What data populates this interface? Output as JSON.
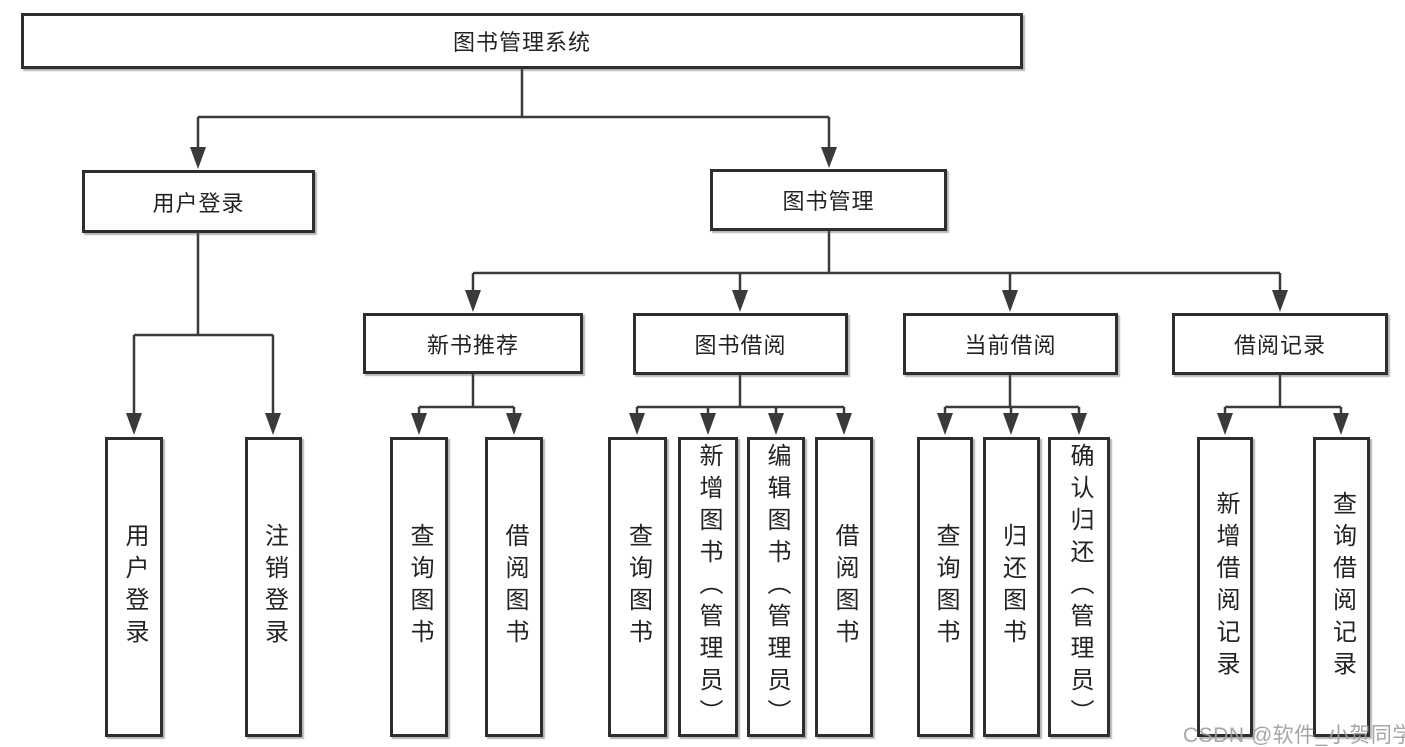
{
  "colors": {
    "line": "#3a3a3a",
    "box_border": "#2e2e2e",
    "box_fill": "#ffffff",
    "text": "#232323",
    "watermark": "#9e9e9e"
  },
  "watermark": "CSDN @软件_小贺同学",
  "tree": {
    "root": "图书管理系统",
    "branches": [
      {
        "label": "用户登录",
        "children": [
          "用户登录",
          "注销登录"
        ]
      },
      {
        "label": "图书管理",
        "groups": [
          {
            "label": "新书推荐",
            "children": [
              "查询图书",
              "借阅图书"
            ]
          },
          {
            "label": "图书借阅",
            "children": [
              "查询图书",
              "新增图书（管理员）",
              "编辑图书（管理员）",
              "借阅图书"
            ]
          },
          {
            "label": "当前借阅",
            "children": [
              "查询图书",
              "归还图书",
              "确认归还（管理员）"
            ]
          },
          {
            "label": "借阅记录",
            "children": [
              "新增借阅记录",
              "查询借阅记录"
            ]
          }
        ]
      }
    ]
  }
}
